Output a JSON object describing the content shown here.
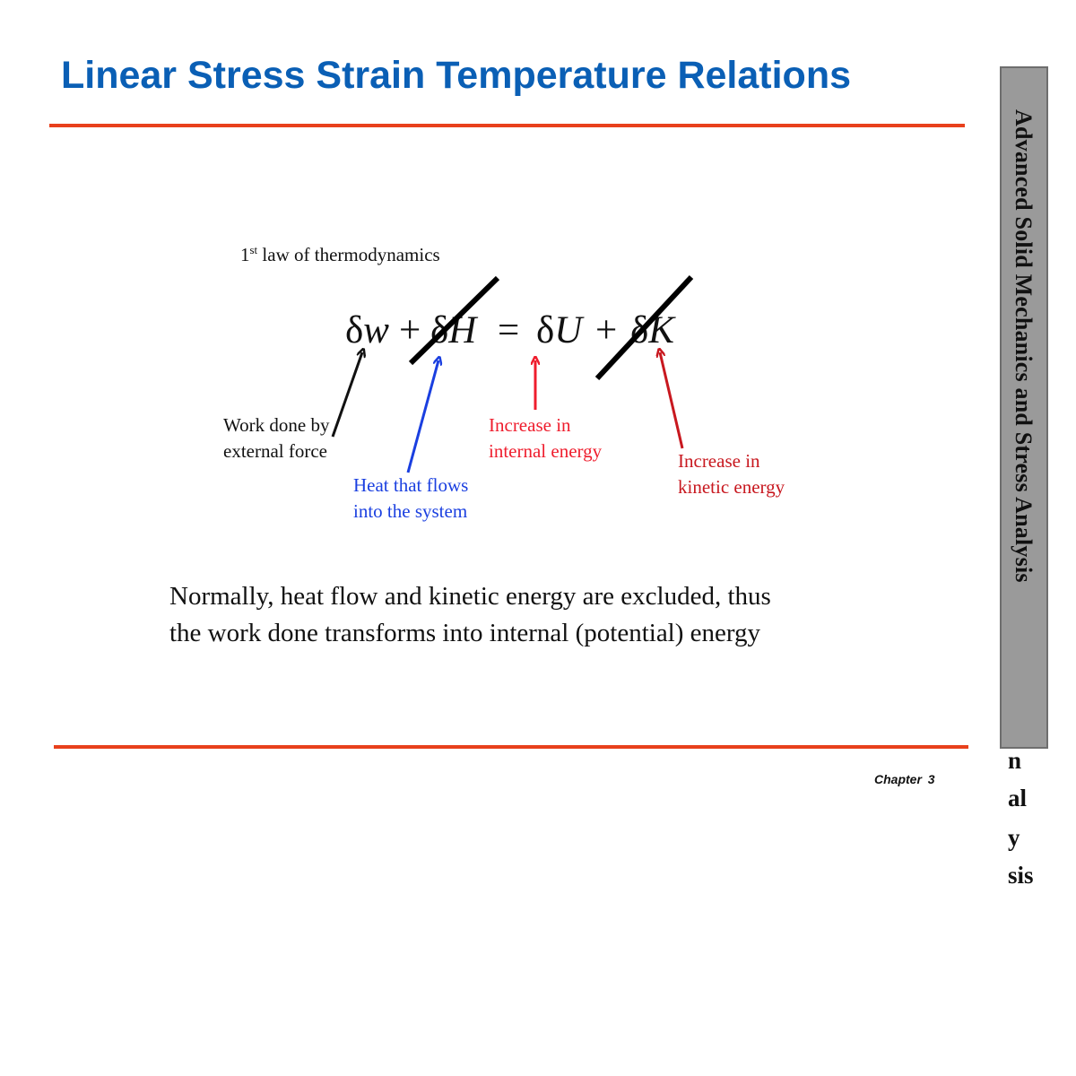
{
  "slide": {
    "title": "Linear Stress Strain Temperature Relations",
    "law_caption_prefix": "1",
    "law_caption_sup": "st",
    "law_caption_rest": " law of thermodynamics",
    "equation": {
      "delta": "δ",
      "w": "w",
      "plus": "+",
      "H": "H",
      "equals": "=",
      "U": "U",
      "K": "K"
    },
    "labels": {
      "work_line1": "Work done by",
      "work_line2": "external force",
      "heat_line1": "Heat that flows",
      "heat_line2": "into the system",
      "internal_line1": "Increase in",
      "internal_line2": "internal energy",
      "kinetic_line1": "Increase in",
      "kinetic_line2": "kinetic energy"
    },
    "conclusion_line1": "Normally, heat flow and kinetic energy are excluded, thus",
    "conclusion_line2": "the work done transforms into internal (potential) energy",
    "chapter": "Chapter 3"
  },
  "sidebar": {
    "text": "Advanced Solid Mechanics and Stress Analysis",
    "overflow": [
      "n",
      "al",
      "y",
      "sis"
    ]
  },
  "colors": {
    "title": "#0a5fb5",
    "rule": "#e8401c",
    "blue_label": "#1a3fe0",
    "red_label": "#ef1d2d",
    "darkred_label": "#c8181f",
    "sidebar": "#9a9a9a"
  }
}
